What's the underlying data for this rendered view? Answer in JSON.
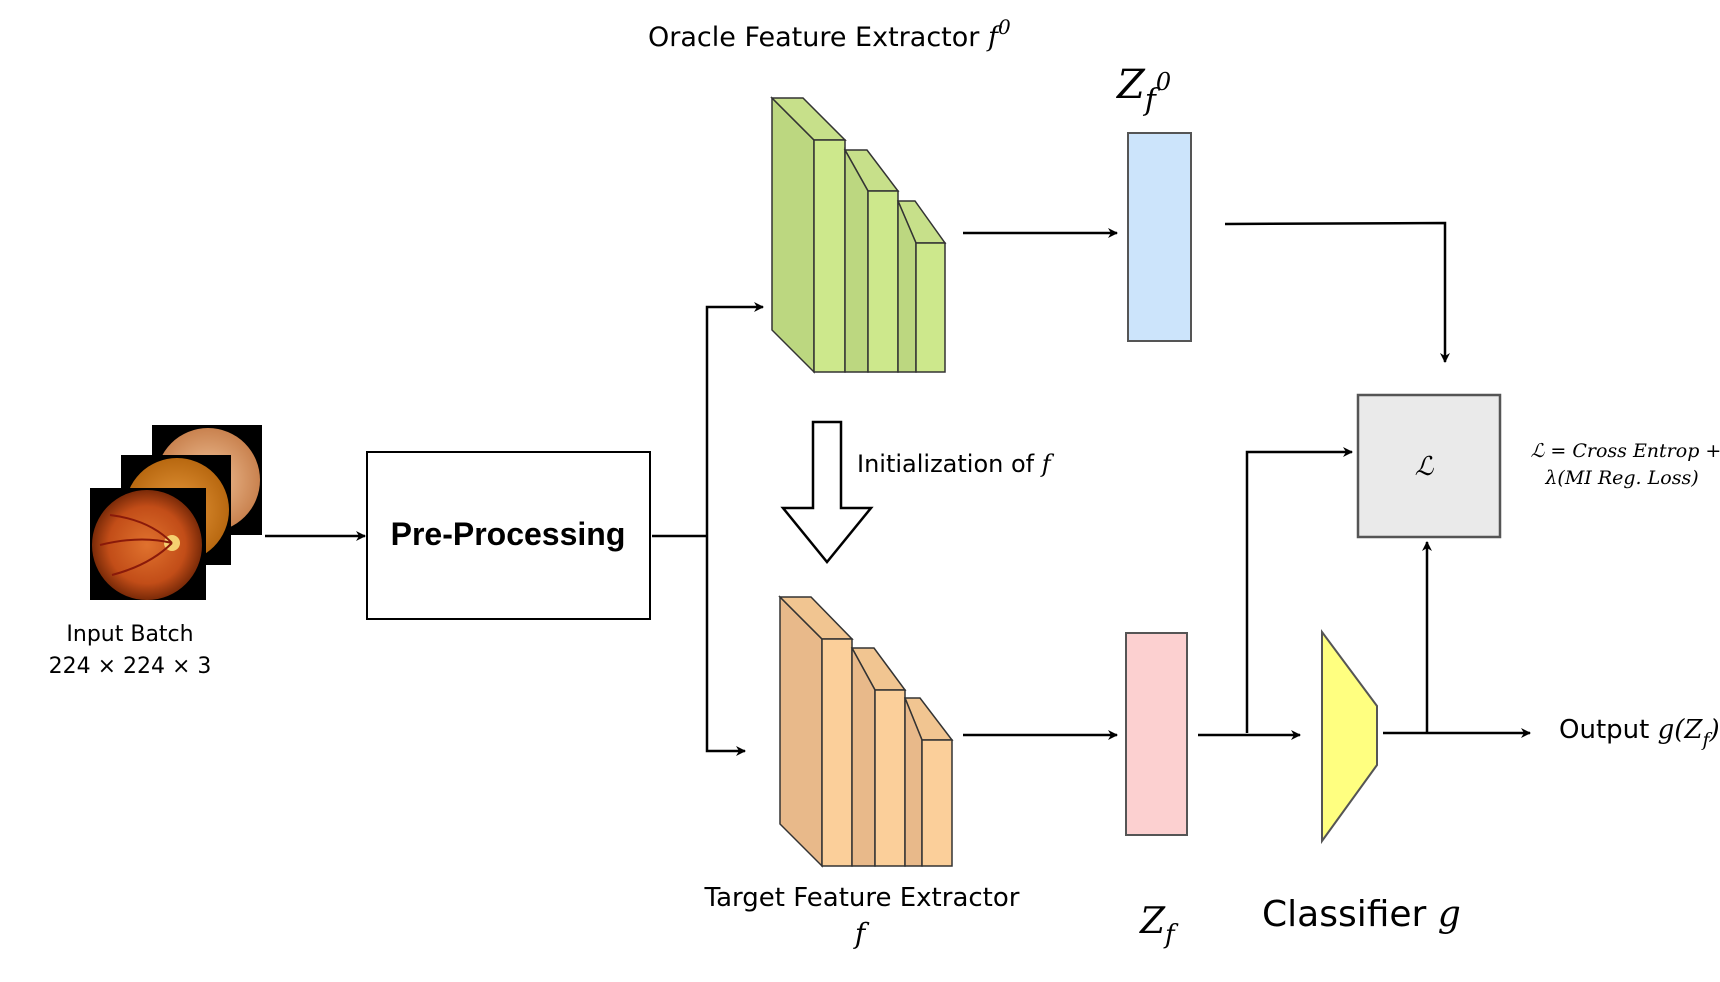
{
  "input": {
    "label": "Input Batch",
    "dims": "224 × 224 × 3"
  },
  "preprocess": {
    "label": "Pre-Processing"
  },
  "oracle": {
    "label_text": "Oracle Feature Extractor ",
    "label_math": "f",
    "label_sup": "0",
    "color_main": "#bcd780",
    "color_face": "#cde88c"
  },
  "init": {
    "label_text": "Initialization of ",
    "label_math": "f"
  },
  "target": {
    "label_text": "Target Feature Extractor",
    "label_math": "f",
    "color_main": "#e8b98a",
    "color_face": "#fbcf9a"
  },
  "z_oracle": {
    "label": "Z",
    "sub": "f",
    "sup": "0",
    "color": "#cce4fb"
  },
  "z_target": {
    "label": "Z",
    "sub": "f",
    "color": "#fcd0d0"
  },
  "loss": {
    "symbol": "ℒ",
    "eq_line1": "ℒ = Cross Entrop +",
    "eq_line2": "λ(MI Reg. Loss)",
    "color": "#eaeaea"
  },
  "classifier": {
    "label_text": "Classifier ",
    "label_math": "g",
    "color": "#ffff80"
  },
  "output": {
    "label_text": "Output ",
    "label_math": "g(Z",
    "label_sub": "f",
    "label_close": ")"
  },
  "colors": {
    "stroke": "#000000",
    "box_stroke": "#555555"
  }
}
